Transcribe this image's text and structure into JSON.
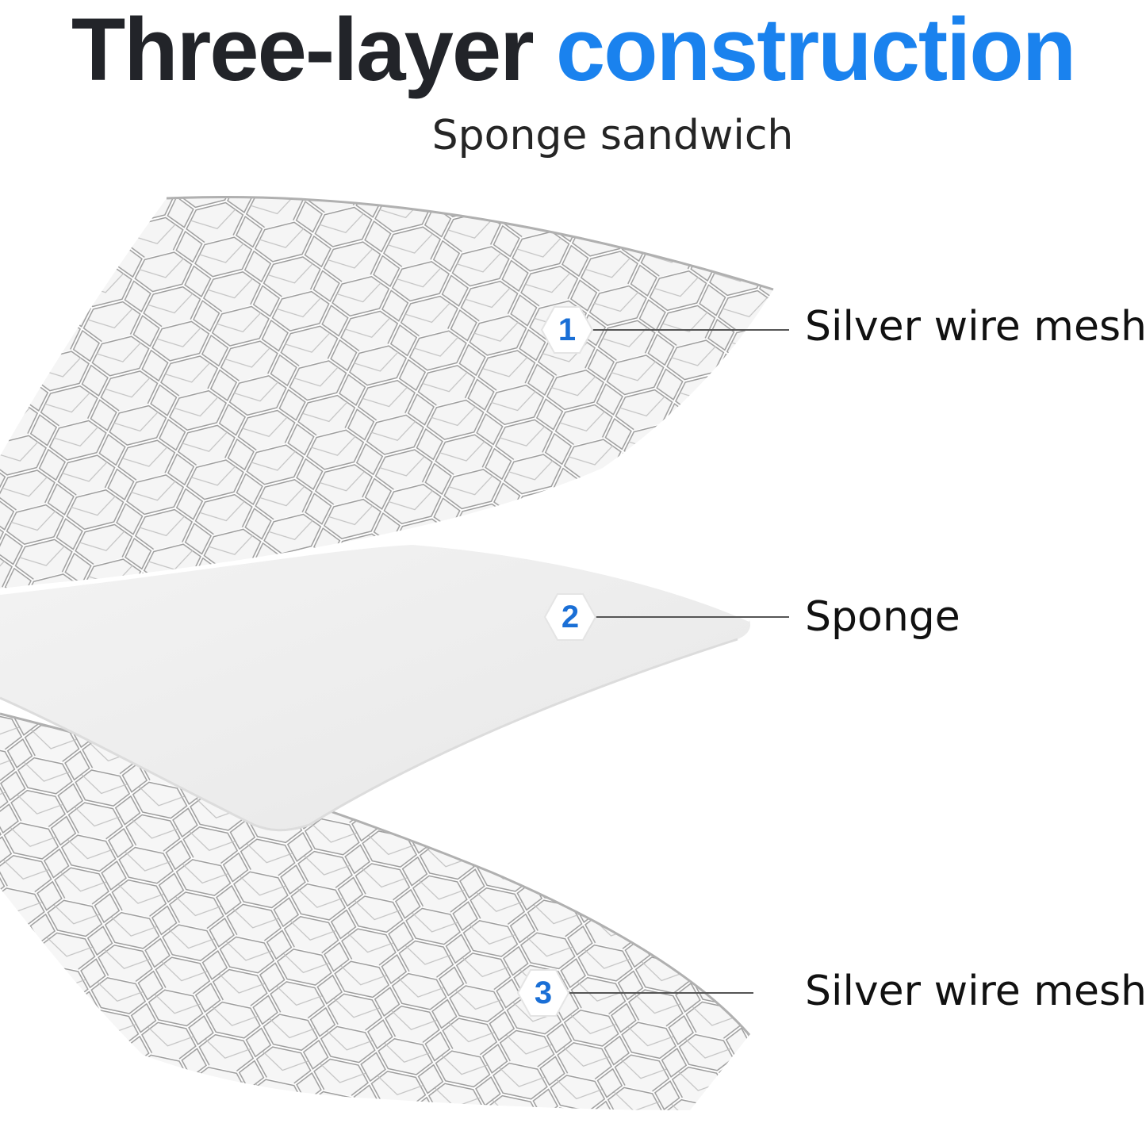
{
  "header": {
    "title_part1": "Three-layer",
    "title_part2": "construction",
    "subtitle": "Sponge sandwich"
  },
  "colors": {
    "title_dark": "#222429",
    "title_blue": "#1a82ee",
    "badge_text": "#1a6fd6",
    "mesh_wire": "#9a9a9a",
    "mesh_highlight": "#ffffff",
    "sponge_face": "#efefef",
    "sponge_edge": "#f8f8f8"
  },
  "layers": [
    {
      "number": "1",
      "label": "Silver wire mesh"
    },
    {
      "number": "2",
      "label": "Sponge"
    },
    {
      "number": "3",
      "label": "Silver wire mesh"
    }
  ]
}
